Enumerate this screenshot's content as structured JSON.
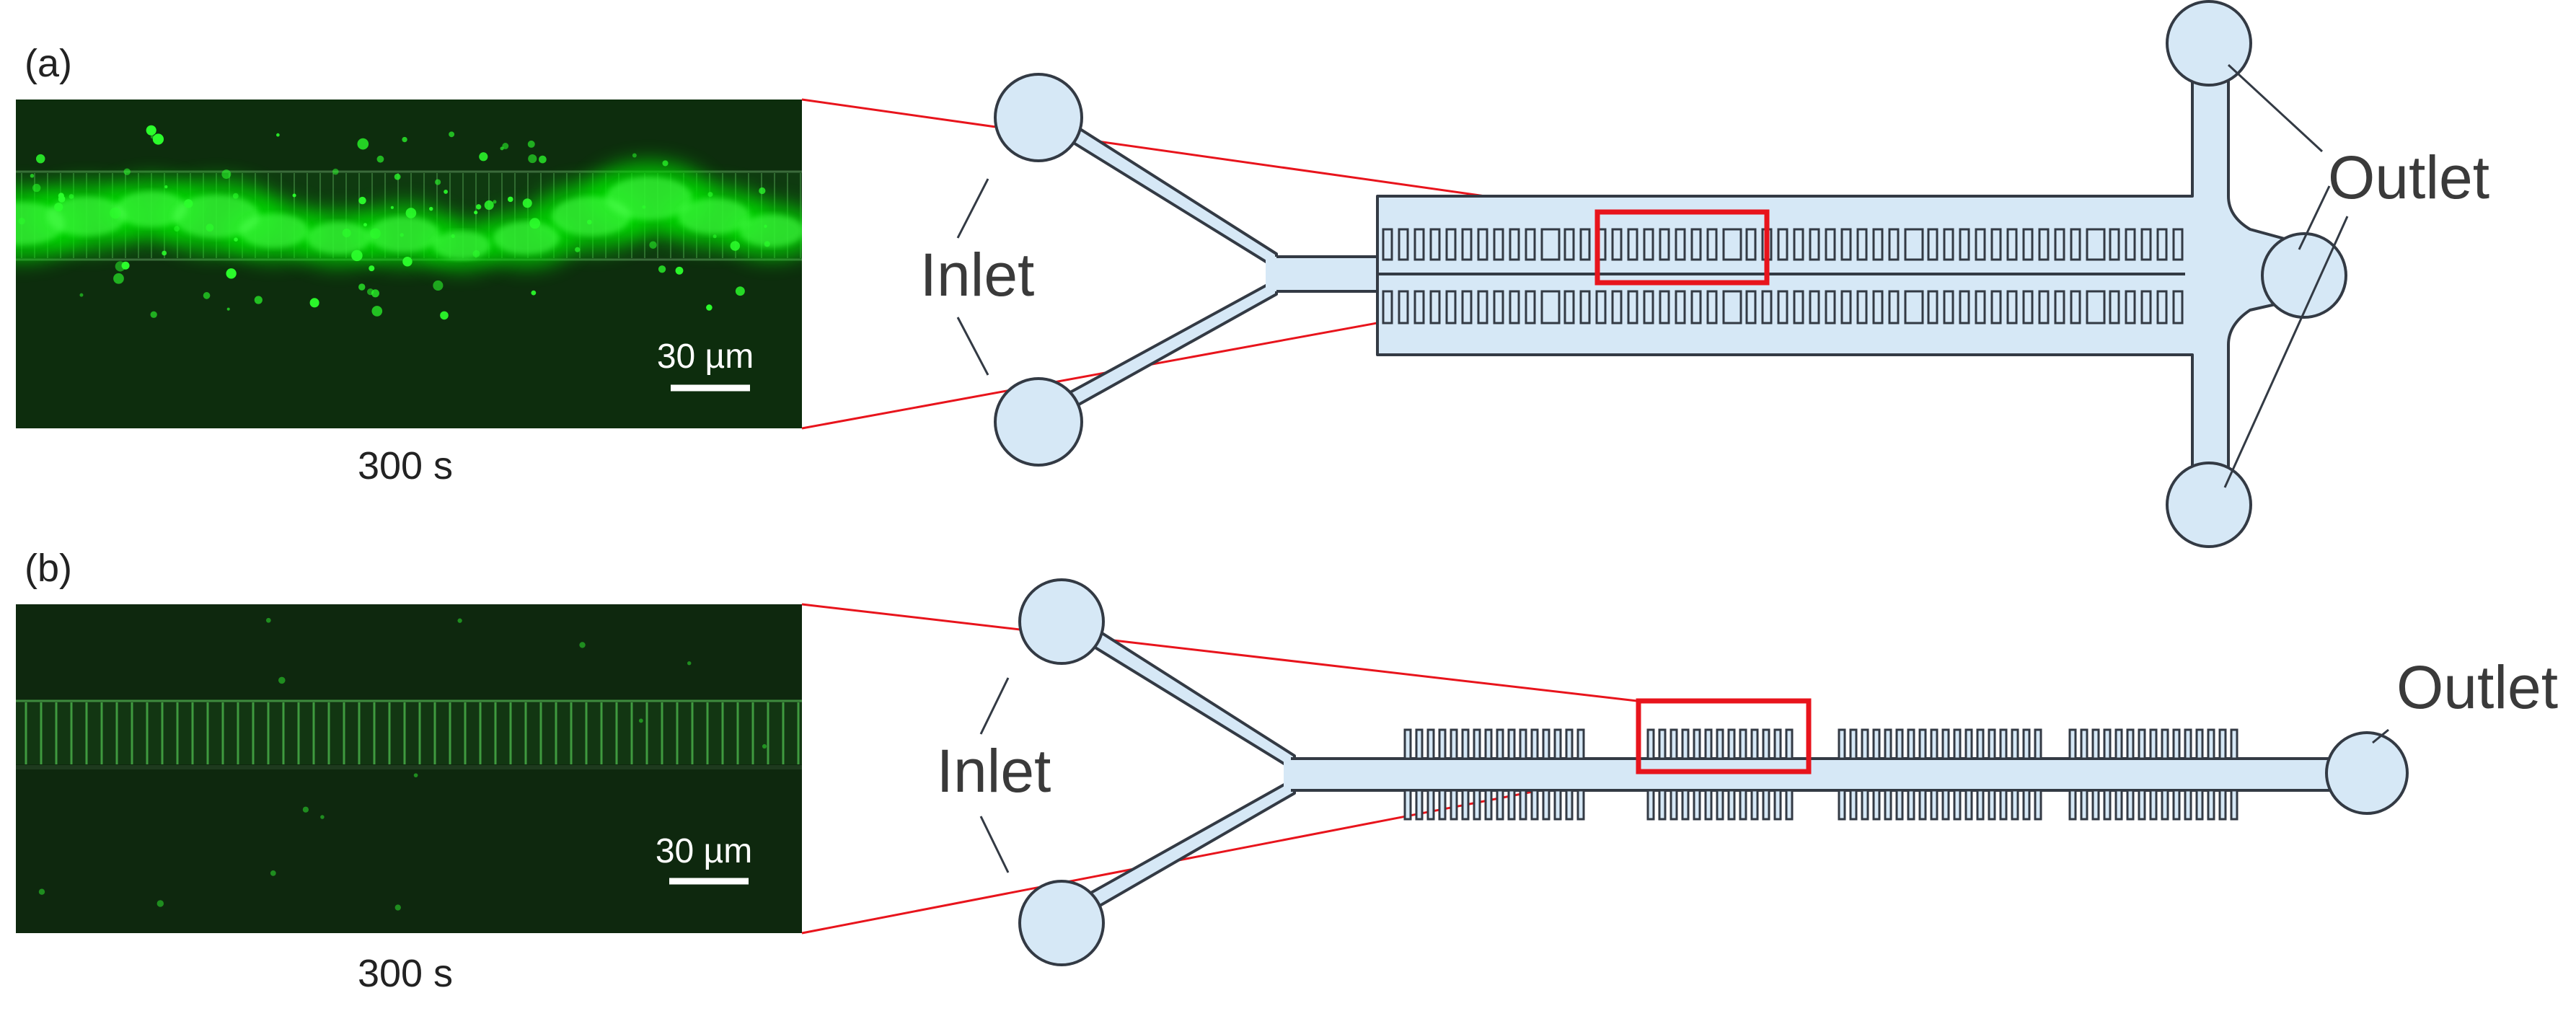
{
  "figure": {
    "panels": [
      {
        "id": "a",
        "panel_label": "(a)",
        "micrograph": {
          "scale_bar_label": "30 µm",
          "time_label": "300 s",
          "fluorescence": "bright",
          "color": "#00e000"
        },
        "schematic": {
          "inlet_label": "Inlet",
          "outlet_label": "Outlet",
          "outlet_count": 3
        }
      },
      {
        "id": "b",
        "panel_label": "(b)",
        "micrograph": {
          "scale_bar_label": "30 µm",
          "time_label": "300 s",
          "fluorescence": "dim",
          "color": "#00b800"
        },
        "schematic": {
          "inlet_label": "Inlet",
          "outlet_label": "Outlet",
          "outlet_count": 1
        }
      }
    ],
    "colors": {
      "channel_fill": "#d6e8f6",
      "channel_stroke": "#333a44",
      "highlight": "#e8141c",
      "micrograph_background": "#0d2a0d"
    }
  }
}
